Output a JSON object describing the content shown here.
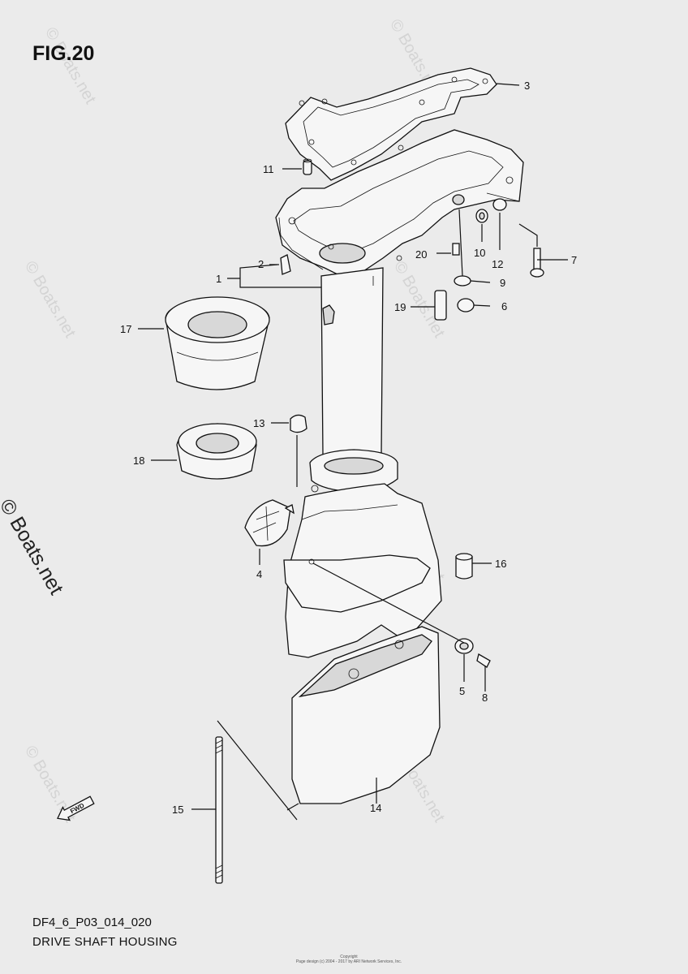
{
  "figure": {
    "title": "FIG.20",
    "code": "DF4_6_P03_014_020",
    "name": "DRIVE SHAFT HOUSING"
  },
  "watermark": {
    "side_text": "© Boats.net",
    "faint_text": "© Boats.net"
  },
  "copyright": {
    "line1": "Copyright",
    "line2": "Page design (c) 2004 - 2017 by ARI Network Services, Inc."
  },
  "fwd_label": "FWD",
  "callouts": [
    {
      "id": "c1",
      "label": "1"
    },
    {
      "id": "c2",
      "label": "2"
    },
    {
      "id": "c3",
      "label": "3"
    },
    {
      "id": "c4",
      "label": "4"
    },
    {
      "id": "c5",
      "label": "5"
    },
    {
      "id": "c6",
      "label": "6"
    },
    {
      "id": "c7",
      "label": "7"
    },
    {
      "id": "c8",
      "label": "8"
    },
    {
      "id": "c9",
      "label": "9"
    },
    {
      "id": "c10",
      "label": "10"
    },
    {
      "id": "c11",
      "label": "11"
    },
    {
      "id": "c12",
      "label": "12"
    },
    {
      "id": "c13",
      "label": "13"
    },
    {
      "id": "c14",
      "label": "14"
    },
    {
      "id": "c15",
      "label": "15"
    },
    {
      "id": "c16",
      "label": "16"
    },
    {
      "id": "c17",
      "label": "17"
    },
    {
      "id": "c18",
      "label": "18"
    },
    {
      "id": "c19",
      "label": "19"
    },
    {
      "id": "c20",
      "label": "20"
    }
  ]
}
